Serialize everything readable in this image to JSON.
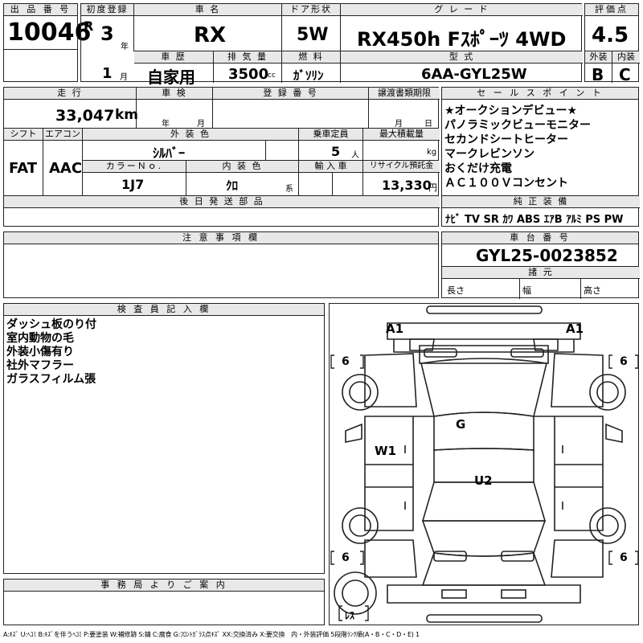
{
  "lot": {
    "label": "出 品 番 号",
    "value": "10046"
  },
  "first_reg": {
    "label": "初度登録",
    "era": "R",
    "year": "3",
    "year_unit": "年",
    "month": "1",
    "month_unit": "月"
  },
  "car_name": {
    "label": "車 名",
    "value": "RX"
  },
  "door": {
    "label": "ドア形状",
    "value": "5W"
  },
  "grade": {
    "label": "グ レ ー ド",
    "value": "RX450h Fｽﾎﾟｰﾂ 4WD"
  },
  "score": {
    "label": "評価点",
    "value": "4.5",
    "ext_label": "外装",
    "int_label": "内装",
    "ext_value": "B",
    "int_value": "C"
  },
  "history": {
    "label": "車 歴",
    "value": "自家用"
  },
  "displacement": {
    "label": "排 気 量",
    "value": "3500",
    "unit": "cc"
  },
  "fuel": {
    "label": "燃 料",
    "value": "ｶﾞｿﾘﾝ"
  },
  "model": {
    "label": "型 式",
    "value": "6AA-GYL25W"
  },
  "mileage": {
    "label": "走 行",
    "value": "33,047",
    "unit": "km"
  },
  "inspection": {
    "label": "車 検",
    "year_unit": "年",
    "month_unit": "月"
  },
  "reg_no": {
    "label": "登 録 番 号"
  },
  "transfer": {
    "label": "譲渡書類期限",
    "month_unit": "月",
    "day_unit": "日"
  },
  "shift": {
    "label": "シフト",
    "value": "FAT"
  },
  "aircon": {
    "label": "エアコン",
    "value": "AAC"
  },
  "ext_color": {
    "label": "外 装 色",
    "value": "ｼﾙﾊﾞｰ"
  },
  "capacity": {
    "label": "乗車定員",
    "value": "5",
    "unit": "人"
  },
  "max_load": {
    "label": "最大積載量",
    "unit": "kg"
  },
  "color_no": {
    "label": "カラーＮｏ.",
    "value": "1J7"
  },
  "int_color": {
    "label": "内 装 色",
    "value": "ｸﾛ",
    "suffix": "系"
  },
  "import": {
    "label": "輸 入 車"
  },
  "recycle": {
    "label": "リサイクル預託金",
    "value": "13,330",
    "unit": "円"
  },
  "later_parts": {
    "label": "後 日 発 送 部 品"
  },
  "sales_points": {
    "label": "セ ー ル ス ポ イ ン ト",
    "items": [
      "★オークションデビュー★",
      "パノラミックビューモニター",
      "セカンドシートヒーター",
      "マークレビンソン",
      "おくだけ充電",
      "ＡＣ１００Ｖコンセント"
    ]
  },
  "equipment": {
    "label": "純 正 装 備",
    "value": "ﾅﾋﾞ TV SR ｶﾜ ABS ｴｱB ｱﾙﾐ PS PW"
  },
  "notes": {
    "label": "注 意 事 項 欄"
  },
  "chassis": {
    "label": "車 台 番 号",
    "value": "GYL25-0023852"
  },
  "dims": {
    "label": "諸 元",
    "length": "長さ",
    "width": "幅",
    "height": "高さ"
  },
  "inspector": {
    "label": "検 査 員 記 入 欄",
    "items": [
      "ダッシュ板のり付",
      "室内動物の毛",
      "外装小傷有り",
      "社外マフラー",
      "ガラスフィルム張"
    ]
  },
  "office": {
    "label": "事 務 局 よ り ご 案 内"
  },
  "diagram": {
    "a1_left": "A1",
    "a1_right": "A1",
    "g": "G",
    "w1": "W1",
    "u2": "U2",
    "tire_fl": "6",
    "tire_fr": "6",
    "tire_rl": "6",
    "tire_rr": "6",
    "spare": "ﾚｽ"
  },
  "legend": "A:ｷｽﾞ U:ﾍｺﾐ B:ｷｽﾞを伴うﾍｺﾐ P:要塗装 W:補修跡 S:錆 C:腐食 G:ﾌﾛﾝﾄｶﾞﾗｽ点ｷｽﾞ XX:交換済み X:要交換　内・外装評価 5段階ﾗﾝｸ順(A・B・C・D・E) 1"
}
